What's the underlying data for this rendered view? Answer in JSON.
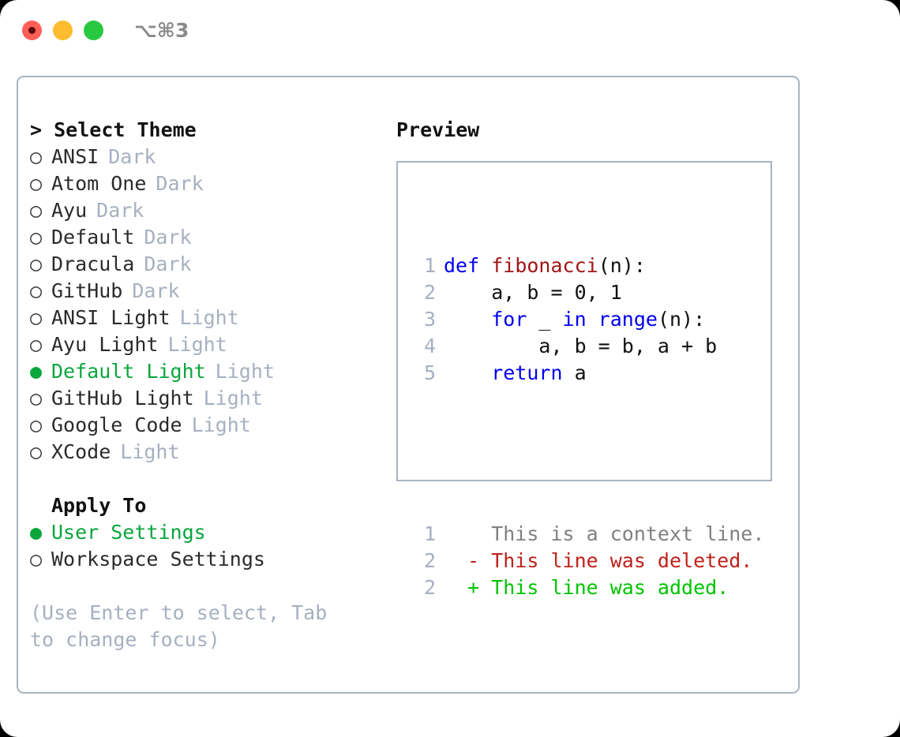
{
  "window": {
    "shortcut": "⌥⌘3",
    "traffic_lights": [
      {
        "name": "close",
        "color": "#ff5f57"
      },
      {
        "name": "minimize",
        "color": "#febc2e"
      },
      {
        "name": "maximize",
        "color": "#28c840"
      }
    ]
  },
  "accent": {
    "selected_green": "#09a63c",
    "muted": "#a6b0c0",
    "border": "#a9b4c2"
  },
  "theme_list": {
    "caret": ">",
    "header": "Select Theme",
    "bullet_unselected": "○",
    "bullet_selected": "●",
    "items": [
      {
        "label": "ANSI",
        "tag": "Dark",
        "selected": false
      },
      {
        "label": "Atom One",
        "tag": "Dark",
        "selected": false
      },
      {
        "label": "Ayu",
        "tag": "Dark",
        "selected": false
      },
      {
        "label": "Default",
        "tag": "Dark",
        "selected": false
      },
      {
        "label": "Dracula",
        "tag": "Dark",
        "selected": false
      },
      {
        "label": "GitHub",
        "tag": "Dark",
        "selected": false
      },
      {
        "label": "ANSI Light",
        "tag": "Light",
        "selected": false
      },
      {
        "label": "Ayu Light",
        "tag": "Light",
        "selected": false
      },
      {
        "label": "Default Light",
        "tag": "Light",
        "selected": true
      },
      {
        "label": "GitHub Light",
        "tag": "Light",
        "selected": false
      },
      {
        "label": "Google Code",
        "tag": "Light",
        "selected": false
      },
      {
        "label": "XCode",
        "tag": "Light",
        "selected": false
      }
    ]
  },
  "apply_to": {
    "title": "Apply To",
    "items": [
      {
        "label": "User Settings",
        "selected": true
      },
      {
        "label": "Workspace Settings",
        "selected": false
      }
    ]
  },
  "hint": "(Use Enter to select, Tab to change focus)",
  "preview": {
    "title": "Preview",
    "code_lines": [
      {
        "no": "1",
        "tokens": [
          {
            "t": "def ",
            "k": "kw"
          },
          {
            "t": "fibonacci",
            "k": "fn"
          },
          {
            "t": "(n):",
            "k": "plain"
          }
        ]
      },
      {
        "no": "2",
        "tokens": [
          {
            "t": "    a, b = 0, 1",
            "k": "plain"
          }
        ]
      },
      {
        "no": "3",
        "tokens": [
          {
            "t": "    ",
            "k": "plain"
          },
          {
            "t": "for",
            "k": "kw"
          },
          {
            "t": " _ ",
            "k": "plain"
          },
          {
            "t": "in range",
            "k": "kw"
          },
          {
            "t": "(n):",
            "k": "plain"
          }
        ]
      },
      {
        "no": "4",
        "tokens": [
          {
            "t": "        a, b = b, a + b",
            "k": "plain"
          }
        ]
      },
      {
        "no": "5",
        "tokens": [
          {
            "t": "    ",
            "k": "plain"
          },
          {
            "t": "return",
            "k": "kw"
          },
          {
            "t": " a",
            "k": "plain"
          }
        ]
      }
    ],
    "diff_lines": [
      {
        "no": "1",
        "marker": " ",
        "text": "This is a context line.",
        "kind": "ctx"
      },
      {
        "no": "2",
        "marker": "-",
        "text": "This line was deleted.",
        "kind": "del"
      },
      {
        "no": "2",
        "marker": "+",
        "text": "This line was added.",
        "kind": "add"
      }
    ]
  }
}
